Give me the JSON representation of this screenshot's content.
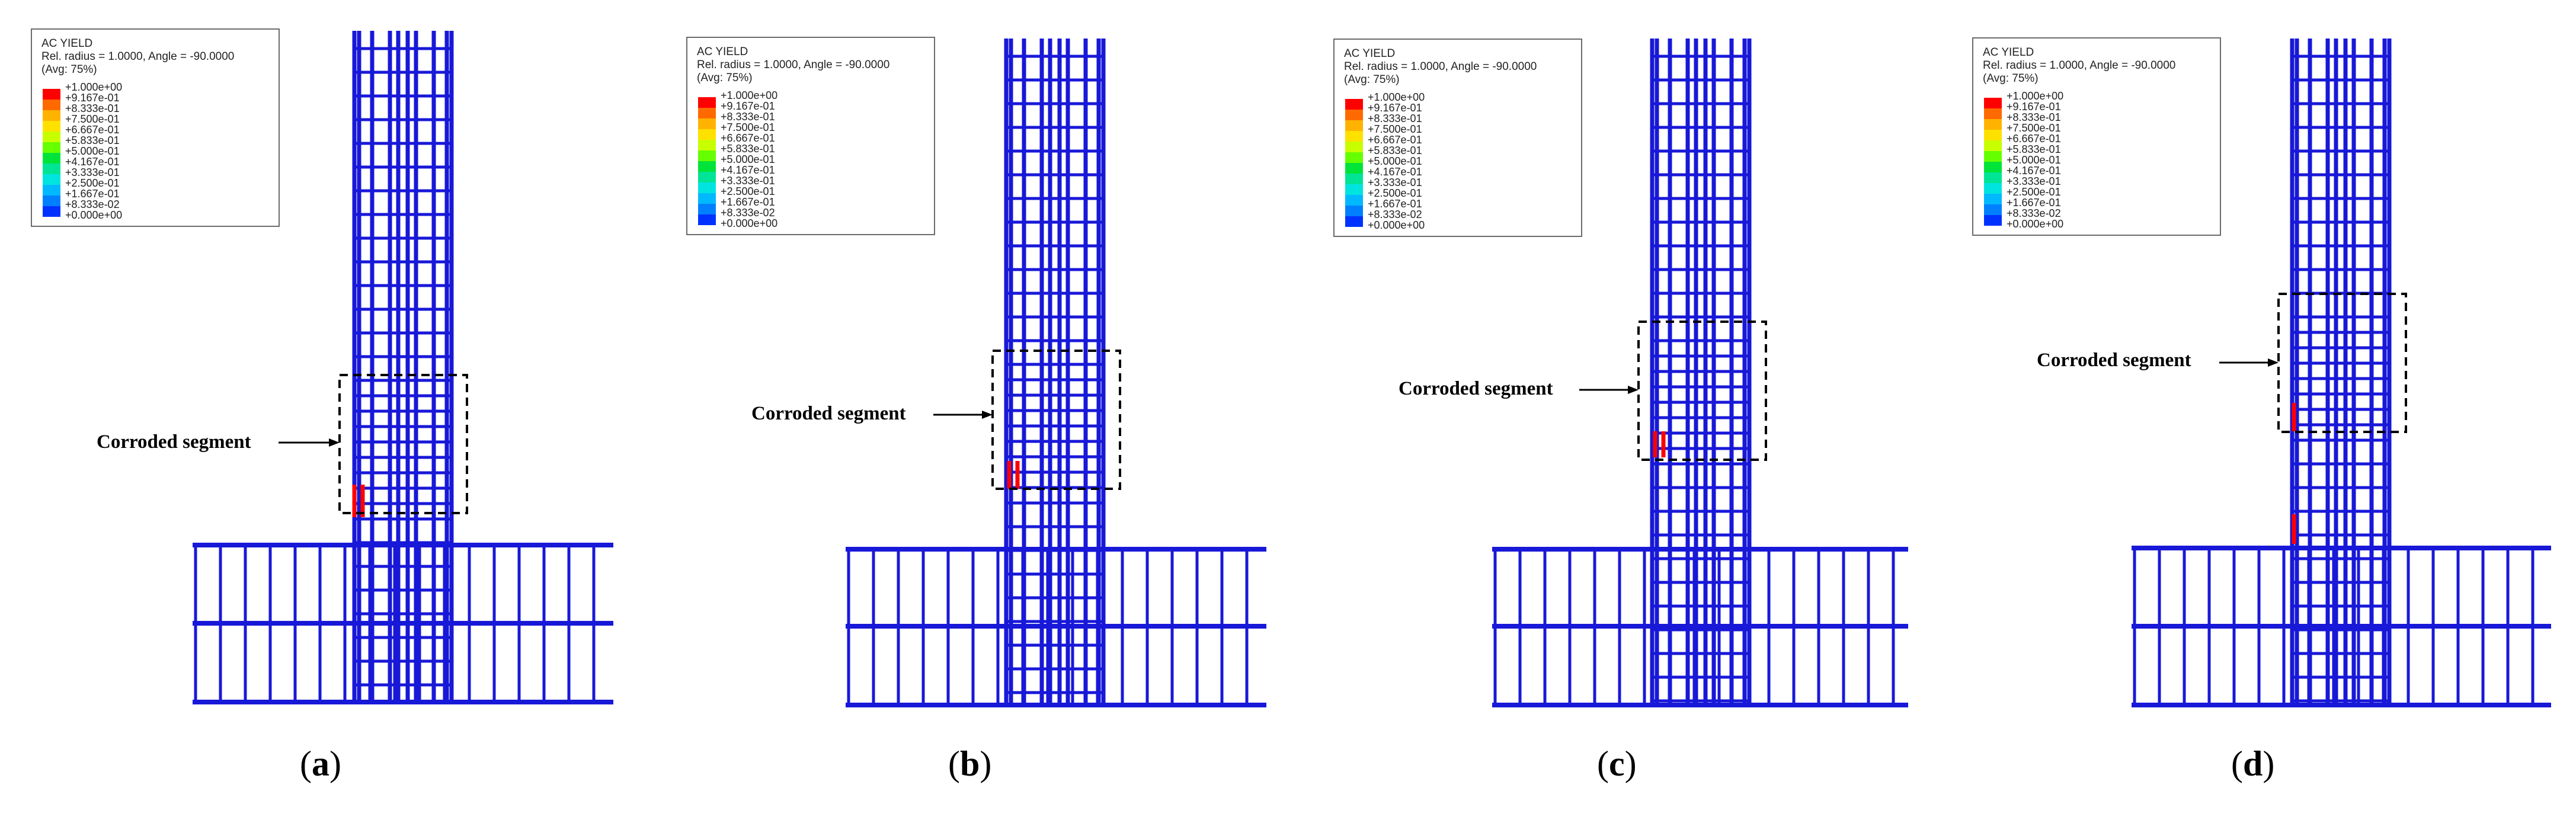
{
  "legend": {
    "title": "AC YIELD",
    "subtitle1": "Rel. radius = 1.0000, Angle = -90.0000",
    "subtitle2": "(Avg: 75%)",
    "values": [
      "+1.000e+00",
      "+9.167e-01",
      "+8.333e-01",
      "+7.500e-01",
      "+6.667e-01",
      "+5.833e-01",
      "+5.000e-01",
      "+4.167e-01",
      "+3.333e-01",
      "+2.500e-01",
      "+1.667e-01",
      "+8.333e-02",
      "+0.000e+00"
    ],
    "colors": [
      "#ff0000",
      "#ff6a00",
      "#ffb300",
      "#ffe100",
      "#c8ff00",
      "#66ff00",
      "#00e43a",
      "#00e496",
      "#00e4e0",
      "#00b9ff",
      "#0080ff",
      "#0032ff"
    ]
  },
  "annotation": "Corroded segment",
  "colors": {
    "rebar": "#1818d8",
    "yield": "#ff0000",
    "corroded_box": "#000000"
  },
  "panels": [
    {
      "id": "a",
      "label_open": "(",
      "label_letter": "a",
      "label_close": ")"
    },
    {
      "id": "b",
      "label_open": "(",
      "label_letter": "b",
      "label_close": ")"
    },
    {
      "id": "c",
      "label_open": "(",
      "label_letter": "c",
      "label_close": ")"
    },
    {
      "id": "d",
      "label_open": "(",
      "label_letter": "d",
      "label_close": ")"
    }
  ]
}
